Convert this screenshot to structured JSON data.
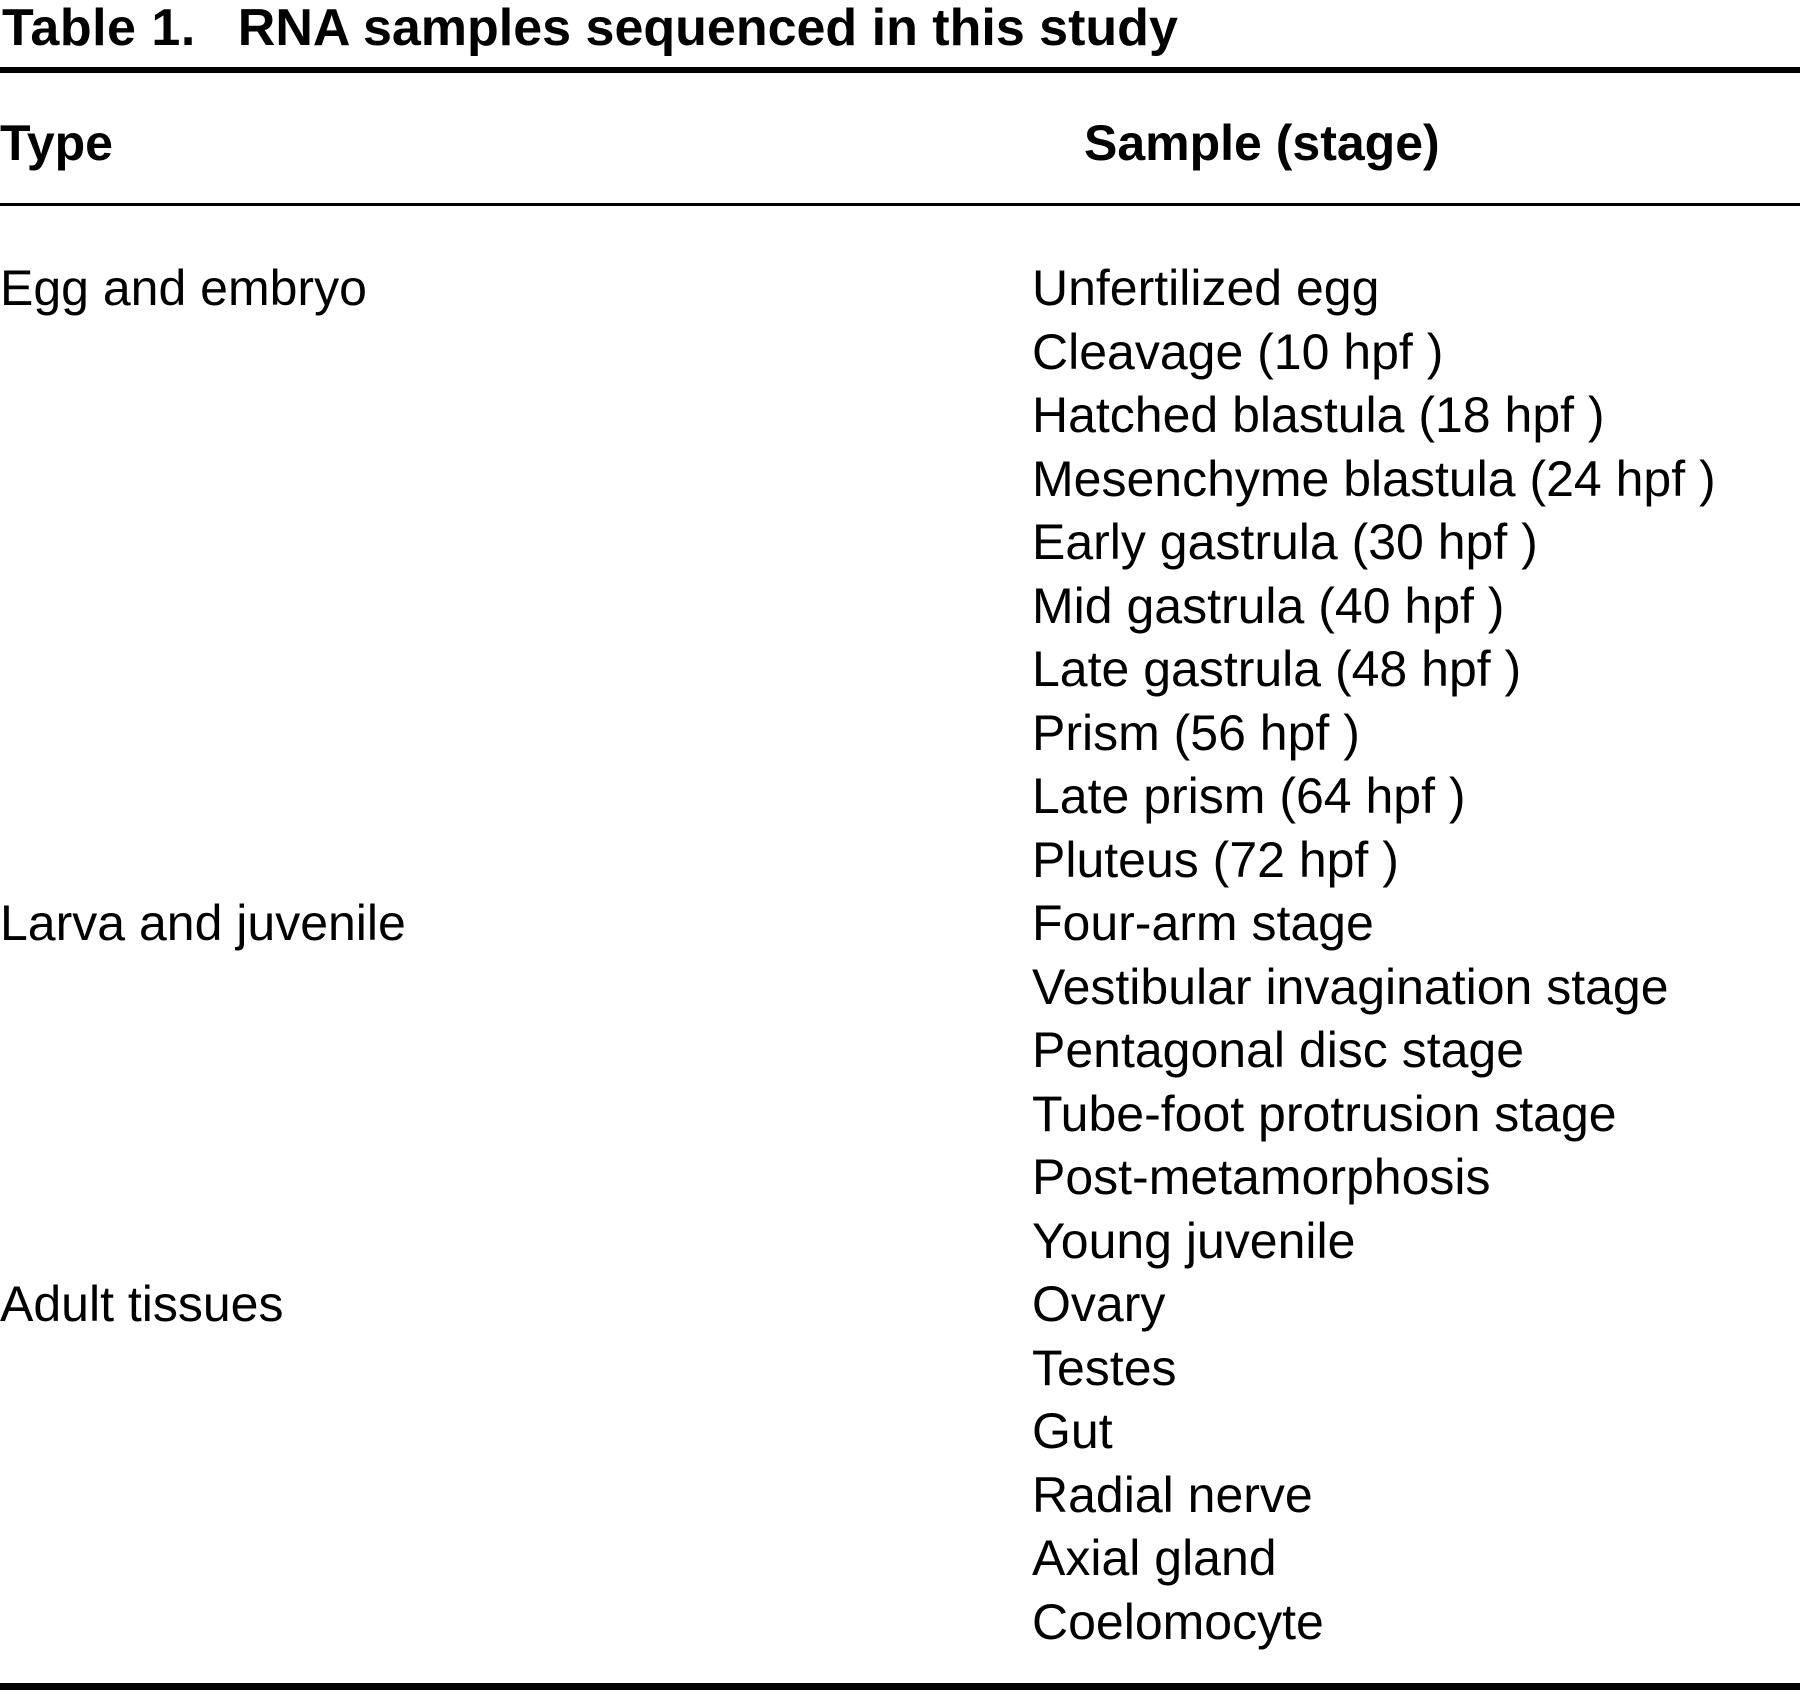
{
  "title": {
    "label": "Table 1.",
    "text": "RNA samples sequenced in this study"
  },
  "columns": {
    "type": "Type",
    "sample": "Sample (stage)"
  },
  "groups": [
    {
      "type": "Egg and embryo",
      "samples": [
        "Unfertilized egg",
        "Cleavage (10 hpf )",
        "Hatched blastula (18 hpf )",
        "Mesenchyme blastula (24 hpf )",
        "Early gastrula (30 hpf )",
        "Mid gastrula (40 hpf )",
        "Late gastrula (48 hpf )",
        "Prism (56 hpf )",
        "Late prism (64 hpf )",
        "Pluteus (72 hpf )"
      ]
    },
    {
      "type": "Larva and juvenile",
      "samples": [
        "Four-arm stage",
        "Vestibular invagination stage",
        "Pentagonal disc stage",
        "Tube-foot protrusion stage",
        "Post-metamorphosis",
        "Young juvenile"
      ]
    },
    {
      "type": "Adult tissues",
      "samples": [
        "Ovary",
        "Testes",
        "Gut",
        "Radial nerve",
        "Axial gland",
        "Coelomocyte"
      ]
    }
  ]
}
